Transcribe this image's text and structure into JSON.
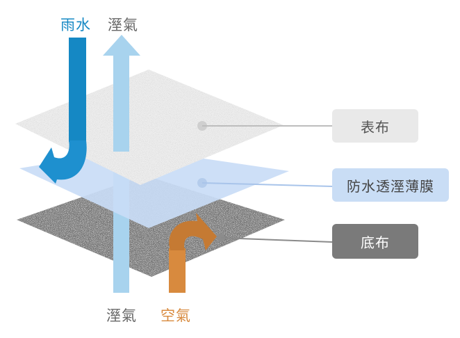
{
  "labels": {
    "top_rain": "雨水",
    "top_vapor": "溼氣",
    "bottom_vapor": "溼氣",
    "bottom_air": "空氣"
  },
  "callouts": {
    "outer_fabric": "表布",
    "membrane": "防水透溼薄膜",
    "lining": "底布"
  },
  "colors": {
    "rain_blue": "#1588C4",
    "vapor_blue": "#A8D3EE",
    "air_orange": "#D88A3E",
    "membrane_blue": "#C9DCF6",
    "outer_fabric_gray": "#E9E9E9",
    "lining_gray": "#757575",
    "membrane_box": "#C9DDF5",
    "callout_text_dark": "#555555",
    "callout_text_light": "#ffffff"
  }
}
